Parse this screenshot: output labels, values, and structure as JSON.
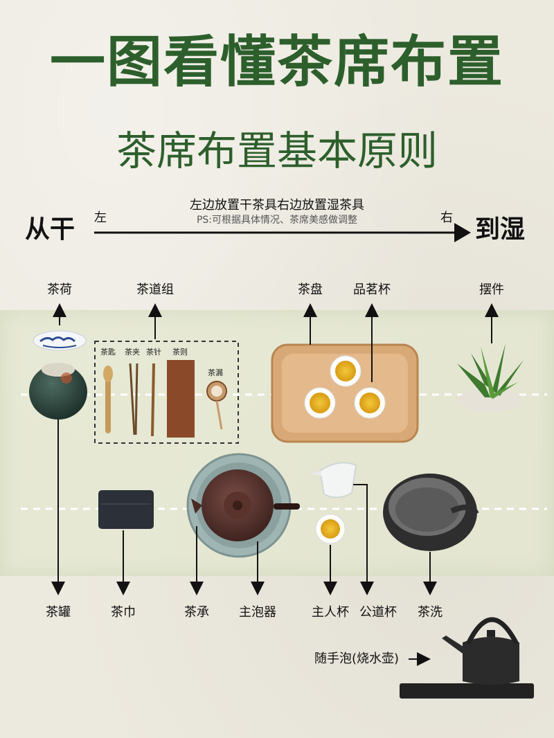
{
  "title": "一图看懂茶席布置",
  "subtitle": "茶席布置基本原则",
  "axis": {
    "left_big": "从干",
    "right_big": "到湿",
    "left_small": "左",
    "right_small": "右",
    "rule": "左边放置干茶具右边放置湿茶具",
    "note": "PS:可根据具体情况、茶席美感做调整"
  },
  "top_labels": {
    "chahe": "茶荷",
    "chadaozu": "茶道组",
    "chapan": "茶盘",
    "pinmingbei": "品茗杯",
    "baijian": "摆件"
  },
  "tool_labels": {
    "chachi": "茶匙",
    "chajia": "茶夹",
    "chazhen": "茶针",
    "chaze": "茶则",
    "chalou": "茶漏"
  },
  "bottom_labels": {
    "chaguan": "茶罐",
    "chajin": "茶巾",
    "chacheng": "茶承",
    "zhupaoqi": "主泡器",
    "zhurenbei": "主人杯",
    "gongdaobei": "公道杯",
    "chaxi": "茶洗"
  },
  "kettle_label": "随手泡(烧水壶)",
  "colors": {
    "title_green": "#2d5f2c",
    "mat_green": "#e4e8d0",
    "tea_gold": "#e9b722"
  }
}
